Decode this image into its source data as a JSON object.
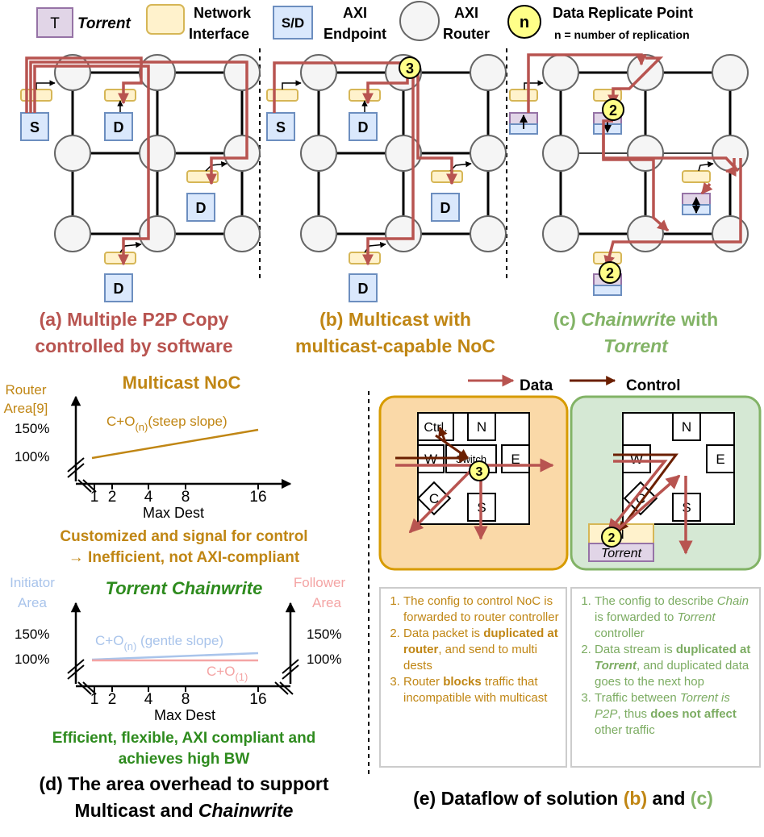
{
  "legend": {
    "torrent_symbol": "T",
    "torrent_label": "Torrent",
    "ni_label_line1": "Network",
    "ni_label_line2": "Interface",
    "axi_endpoint_symbol": "S/D",
    "axi_endpoint_line1": "AXI",
    "axi_endpoint_line2": "Endpoint",
    "axi_router_line1": "AXI",
    "axi_router_line2": "Router",
    "replicate_symbol": "n",
    "replicate_label": "Data Replicate Point",
    "replicate_sub": "n = number of replication"
  },
  "panel_a": {
    "source": "S",
    "dest": "D",
    "caption_line1": "(a) Multiple P2P Copy",
    "caption_line2": "controlled by software"
  },
  "panel_b": {
    "source": "S",
    "dest": "D",
    "replicate_count": "3",
    "caption_line1": "(b) Multicast with",
    "caption_line2": "multicast-capable NoC"
  },
  "panel_c": {
    "replicate_count": "2",
    "caption_line1_pre": "(c) ",
    "caption_line1_em": "Chainwrite",
    "caption_line1_post": " with",
    "caption_line2_em": "Torrent"
  },
  "panel_d": {
    "multicast_title": "Multicast NoC",
    "router_area_line1": "Router",
    "router_area_line2": "Area[9]",
    "tick_150": "150%",
    "tick_100": "100%",
    "multicast_curve": "C+O",
    "multicast_curve_sub": "(n)",
    "multicast_curve_note": "(steep slope)",
    "x_ticks": [
      "1",
      "2",
      "4",
      "8",
      "16"
    ],
    "x_label": "Max Dest",
    "multicast_note_line1": "Customized and signal for control",
    "multicast_note_line2": "→ Inefficient, not AXI-compliant",
    "torrent_title": "Torrent Chainwrite",
    "initiator_line1": "Initiator",
    "initiator_line2": "Area",
    "follower_line1": "Follower",
    "follower_line2": "Area",
    "initiator_curve": "C+O",
    "initiator_curve_sub": "(n)",
    "initiator_curve_note": " (gentle slope)",
    "follower_curve": "C+O",
    "follower_curve_sub": "(1)",
    "torrent_note_line1": "Efficient, flexible, AXI compliant and",
    "torrent_note_line2": "achieves high BW",
    "caption_line1": "(d) The area overhead to support",
    "caption_line2_pre": "Multicast and ",
    "caption_line2_em": "Chainwrite"
  },
  "panel_e": {
    "legend_data": "Data",
    "legend_control": "Control",
    "router_ctrl": "Ctrl.",
    "router_n": "N",
    "router_w": "W",
    "router_switch": "Switch",
    "router_e": "E",
    "router_s": "S",
    "router_c": "C",
    "router_replicate": "3",
    "torrent_ni": "NI",
    "torrent_label": "Torrent",
    "torrent_replicate": "2",
    "caption_pre": "(e) Dataflow of solution ",
    "caption_b": "(b)",
    "caption_mid": " and ",
    "caption_c": "(c)"
  },
  "notes_b": [
    {
      "parts": [
        {
          "t": "The config to control NoC is forwarded to router controller"
        }
      ]
    },
    {
      "parts": [
        {
          "t": "Data packet is "
        },
        {
          "t": "duplicated at router",
          "b": true
        },
        {
          "t": ", and send to multi dests"
        }
      ]
    },
    {
      "parts": [
        {
          "t": "Router "
        },
        {
          "t": "blocks",
          "b": true
        },
        {
          "t": " traffic that incompatible with multicast"
        }
      ]
    }
  ],
  "notes_c": [
    {
      "parts": [
        {
          "t": "The config to describe "
        },
        {
          "t": "Chain",
          "i": true
        },
        {
          "t": " is forwarded to "
        },
        {
          "t": "Torrent",
          "i": true
        },
        {
          "t": " controller"
        }
      ]
    },
    {
      "parts": [
        {
          "t": "Data stream is "
        },
        {
          "t": "duplicated at ",
          "b": true
        },
        {
          "t": "Torrent",
          "b": true,
          "i": true
        },
        {
          "t": ", and duplicated data goes to the next hop"
        }
      ]
    },
    {
      "parts": [
        {
          "t": "Traffic between "
        },
        {
          "t": "Torrent",
          "i": true
        },
        {
          "t": " "
        },
        {
          "t": "is P2P",
          "i": true
        },
        {
          "t": ", thus "
        },
        {
          "t": "does not affect",
          "b": true
        },
        {
          "t": " other traffic"
        }
      ]
    }
  ],
  "colors": {
    "data_path": "#b85450",
    "control_path": "#6b1f00",
    "torrent_fill": "#e1d5e7",
    "torrent_stroke": "#9673a6",
    "ni_fill": "#fff2cc",
    "ni_stroke": "#d6b656",
    "endpoint_fill": "#dae8fc",
    "endpoint_stroke": "#6c8ebf",
    "router_fill": "#f5f5f5",
    "replicate_fill": "#ffff88",
    "caption_a": "#b85450",
    "caption_b": "#c08614",
    "caption_c": "#82b366",
    "torrent_title": "#2e8b1e",
    "initiator_area": "#a9c4eb",
    "follower_area": "#f4a4a4"
  }
}
